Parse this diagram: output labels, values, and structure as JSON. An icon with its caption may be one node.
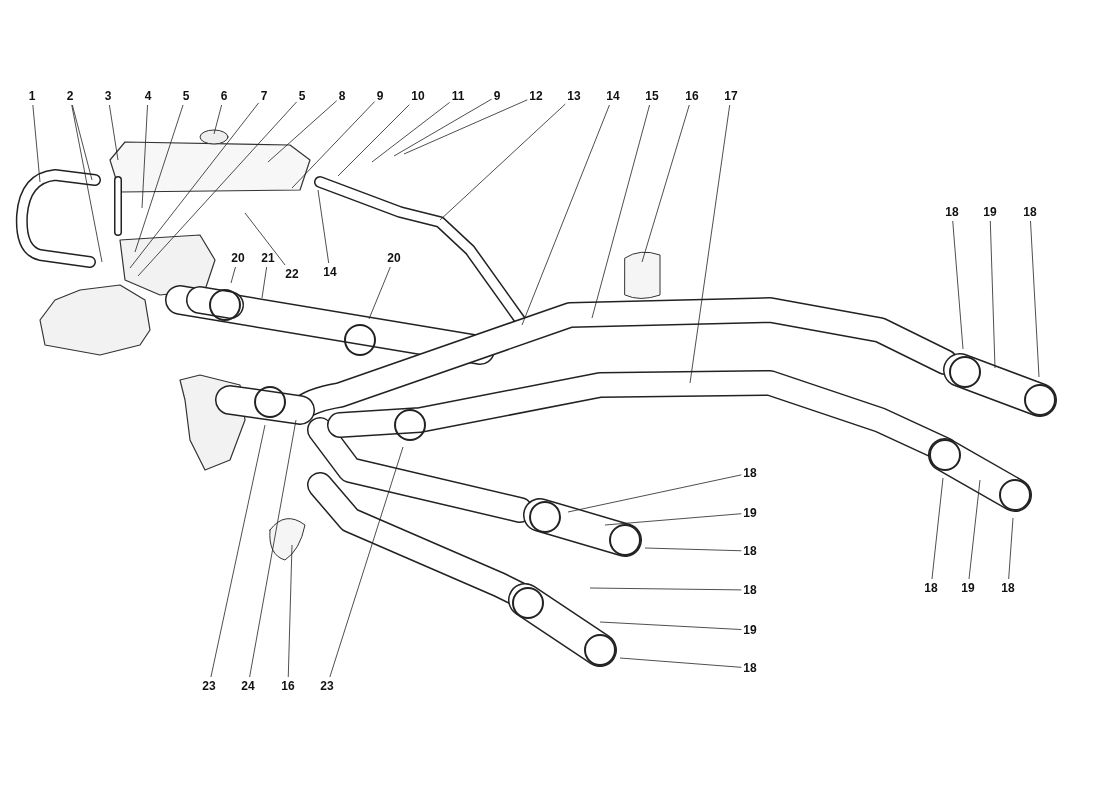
{
  "diagram": {
    "nodes": [
      {
        "text": [
          "1"
        ]
      },
      {
        "text": [
          "2"
        ]
      },
      {
        "text": [
          "3"
        ]
      },
      {
        "text": [
          "4"
        ]
      },
      {
        "text": [
          "5"
        ]
      },
      {
        "text": [
          "6"
        ]
      },
      {
        "text": [
          "7"
        ]
      },
      {
        "text": [
          "5"
        ]
      },
      {
        "text": [
          "8"
        ]
      },
      {
        "text": [
          "9"
        ]
      },
      {
        "text": [
          "10"
        ]
      },
      {
        "text": [
          "11"
        ]
      },
      {
        "text": [
          "9"
        ]
      },
      {
        "text": [
          "12"
        ]
      },
      {
        "text": [
          "13"
        ]
      },
      {
        "text": [
          "14"
        ]
      },
      {
        "text": [
          "15"
        ]
      },
      {
        "text": [
          "16"
        ]
      },
      {
        "text": [
          "17"
        ]
      },
      {
        "text": [
          "18"
        ]
      },
      {
        "text": [
          "19"
        ]
      },
      {
        "text": [
          "18"
        ]
      },
      {
        "text": [
          "20"
        ]
      },
      {
        "text": [
          "21"
        ]
      },
      {
        "text": [
          "20"
        ]
      },
      {
        "text": [
          "22"
        ]
      },
      {
        "text": [
          "14"
        ]
      },
      {
        "text": [
          "18"
        ]
      },
      {
        "text": [
          "19"
        ]
      },
      {
        "text": [
          "18"
        ]
      },
      {
        "text": [
          "18"
        ]
      },
      {
        "text": [
          "19"
        ]
      },
      {
        "text": [
          "18"
        ]
      },
      {
        "text": [
          "18"
        ]
      },
      {
        "text": [
          "19"
        ]
      },
      {
        "text": [
          "18"
        ]
      },
      {
        "text": [
          "23"
        ]
      },
      {
        "text": [
          "24"
        ]
      },
      {
        "text": [
          "16"
        ]
      },
      {
        "text": [
          "23"
        ]
      }
    ],
    "edges": [
      {
        "from": 0,
        "to": null,
        "arrow": "none"
      },
      {
        "from": 1,
        "to": null,
        "arrow": "none"
      },
      {
        "from": 1,
        "to": null,
        "arrow": "none"
      },
      {
        "from": 2,
        "to": null,
        "arrow": "none"
      },
      {
        "from": 3,
        "to": null,
        "arrow": "none"
      },
      {
        "from": 4,
        "to": null,
        "arrow": "none"
      },
      {
        "from": 5,
        "to": null,
        "arrow": "none"
      },
      {
        "from": 6,
        "to": null,
        "arrow": "none"
      },
      {
        "from": 7,
        "to": null,
        "arrow": "none"
      },
      {
        "from": 8,
        "to": null,
        "arrow": "none"
      },
      {
        "from": 9,
        "to": null,
        "arrow": "none"
      },
      {
        "from": 10,
        "to": null,
        "arrow": "none"
      },
      {
        "from": 11,
        "to": null,
        "arrow": "none"
      },
      {
        "from": 12,
        "to": null,
        "arrow": "none"
      },
      {
        "from": 13,
        "to": null,
        "arrow": "none"
      },
      {
        "from": 14,
        "to": null,
        "arrow": "none"
      },
      {
        "from": 15,
        "to": null,
        "arrow": "none"
      },
      {
        "from": 16,
        "to": null,
        "arrow": "none"
      },
      {
        "from": 17,
        "to": null,
        "arrow": "none"
      },
      {
        "from": 18,
        "to": null,
        "arrow": "none"
      },
      {
        "from": 19,
        "to": null,
        "arrow": "none"
      },
      {
        "from": 20,
        "to": null,
        "arrow": "none"
      },
      {
        "from": 21,
        "to": null,
        "arrow": "none"
      },
      {
        "from": 22,
        "to": null,
        "arrow": "none"
      },
      {
        "from": 23,
        "to": null,
        "arrow": "none"
      },
      {
        "from": 24,
        "to": null,
        "arrow": "none"
      },
      {
        "from": 25,
        "to": null,
        "arrow": "none"
      },
      {
        "from": 26,
        "to": null,
        "arrow": "none"
      },
      {
        "from": 27,
        "to": null,
        "arrow": "none"
      },
      {
        "from": 28,
        "to": null,
        "arrow": "none"
      },
      {
        "from": 29,
        "to": null,
        "arrow": "none"
      },
      {
        "from": 30,
        "to": null,
        "arrow": "none"
      },
      {
        "from": 31,
        "to": null,
        "arrow": "none"
      },
      {
        "from": 32,
        "to": null,
        "arrow": "none"
      },
      {
        "from": 33,
        "to": null,
        "arrow": "none"
      },
      {
        "from": 34,
        "to": null,
        "arrow": "none"
      },
      {
        "from": 35,
        "to": null,
        "arrow": "none"
      },
      {
        "from": 36,
        "to": null,
        "arrow": "none"
      },
      {
        "from": 37,
        "to": null,
        "arrow": "none"
      },
      {
        "from": 38,
        "to": null,
        "arrow": "none"
      },
      {
        "from": 39,
        "to": null,
        "arrow": "none"
      }
    ]
  }
}
